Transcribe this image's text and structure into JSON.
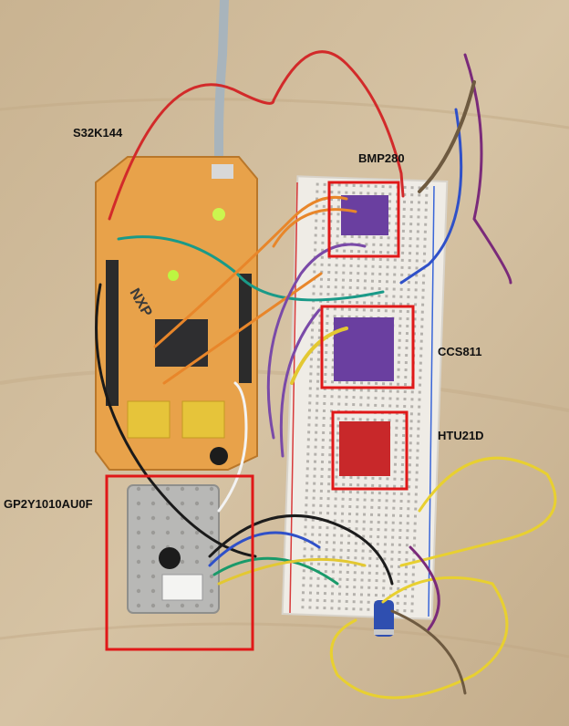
{
  "labels": {
    "board": "S32K144",
    "bmp": "BMP280",
    "ccs": "CCS811",
    "htu": "HTU21D",
    "dust": "GP2Y1010AU0F"
  },
  "board_logo": "NXP",
  "colors": {
    "highlight_box": "#e01818",
    "board_pcb": "#e8a24a",
    "breadboard": "#efece6",
    "sensor_purple": "#6a3fa0",
    "sensor_red": "#c8282a",
    "dust_sensor": "#b8b8b6",
    "capacitor": "#2f4fb0"
  }
}
